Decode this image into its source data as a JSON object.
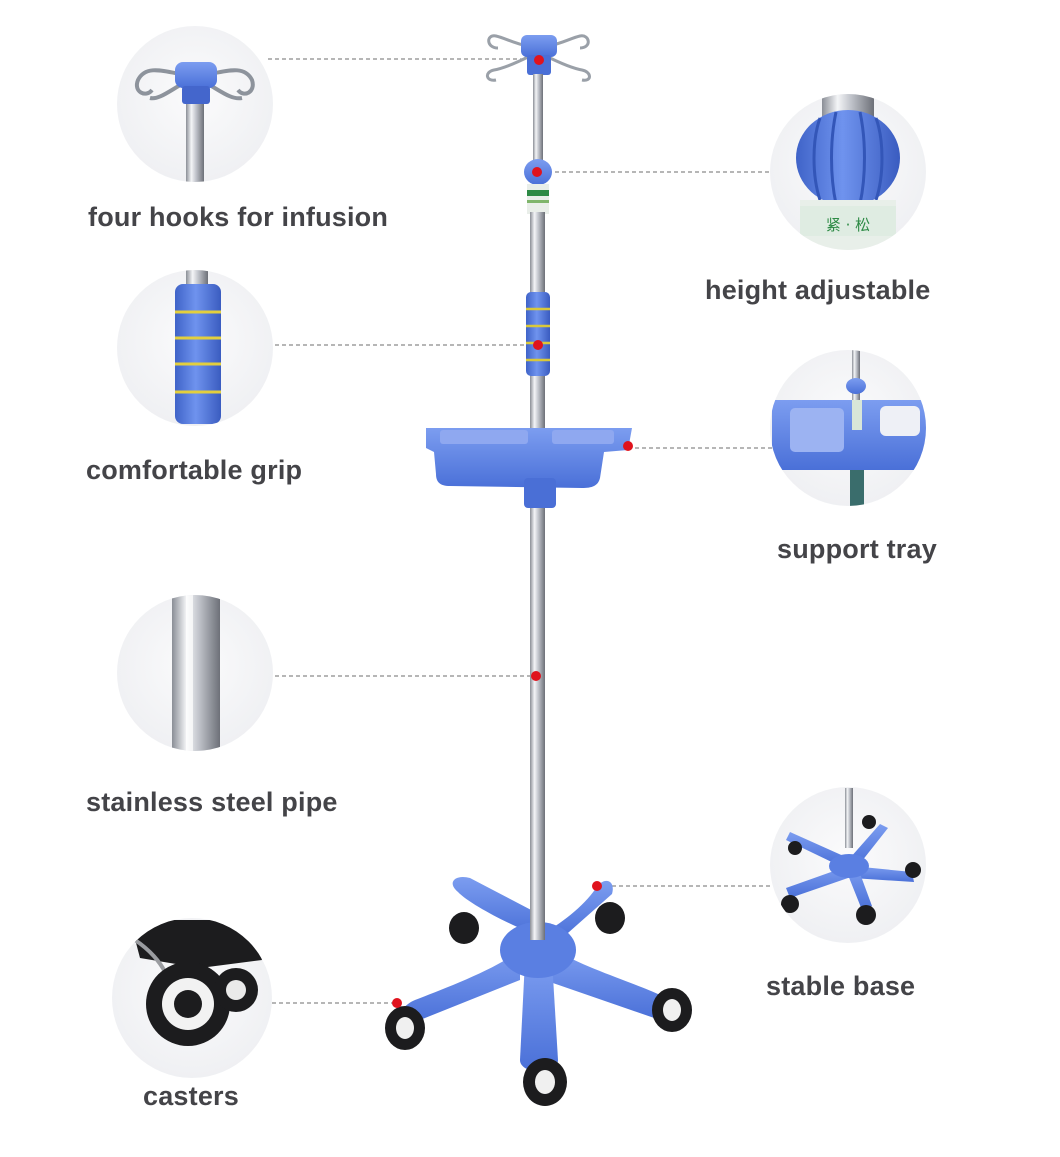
{
  "product": {
    "colors": {
      "plastic": "#5a83e6",
      "plastic_dark": "#3558b8",
      "steel": "#c9ccd3",
      "marker": "#e0131d",
      "leader": "#8a8a8a",
      "text": "#444448"
    }
  },
  "features": [
    {
      "id": "hooks",
      "label": "four hooks for infusion",
      "icon": "hook-closeup-photo"
    },
    {
      "id": "height",
      "label": "height adjustable",
      "icon": "adjuster-knob-closeup-photo"
    },
    {
      "id": "grip",
      "label": "comfortable grip",
      "icon": "foam-grip-closeup-photo"
    },
    {
      "id": "tray",
      "label": "support tray",
      "icon": "tray-closeup-photo"
    },
    {
      "id": "pipe",
      "label": "stainless steel pipe",
      "icon": "steel-pipe-closeup-photo"
    },
    {
      "id": "base",
      "label": "stable base",
      "icon": "base-closeup-photo"
    },
    {
      "id": "casters",
      "label": "casters",
      "icon": "caster-closeup-photo"
    }
  ]
}
